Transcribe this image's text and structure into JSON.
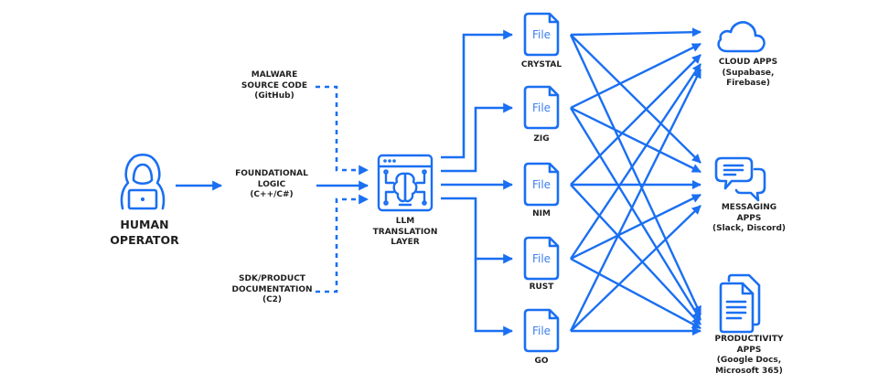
{
  "colors": {
    "accent": "#1a6ff2",
    "text": "#1f1f1f",
    "background": "#ffffff"
  },
  "operator": {
    "icon": "hooded-hacker-icon",
    "lines": [
      "HUMAN",
      "OPERATOR"
    ]
  },
  "inputs": [
    {
      "id": "malware",
      "lines": [
        "MALWARE",
        "SOURCE CODE",
        "(GitHub)"
      ],
      "connector": "dashed"
    },
    {
      "id": "foundational",
      "lines": [
        "FOUNDATIONAL",
        "LOGIC",
        "(C++/C#)"
      ],
      "connector": "solid"
    },
    {
      "id": "sdk",
      "lines": [
        "SDK/PRODUCT",
        "DOCUMENTATION",
        "(C2)"
      ],
      "connector": "dashed"
    }
  ],
  "translator": {
    "icon": "llm-brain-circuit-icon",
    "lines": [
      "LLM",
      "TRANSLATION",
      "LAYER"
    ]
  },
  "files": [
    {
      "id": "crystal",
      "icon_text": "File",
      "label": "CRYSTAL"
    },
    {
      "id": "zig",
      "icon_text": "File",
      "label": "ZIG"
    },
    {
      "id": "nim",
      "icon_text": "File",
      "label": "NIM"
    },
    {
      "id": "rust",
      "icon_text": "File",
      "label": "RUST"
    },
    {
      "id": "go",
      "icon_text": "File",
      "label": "GO"
    }
  ],
  "apps": [
    {
      "id": "cloud",
      "icon": "cloud-icon",
      "lines": [
        "CLOUD APPS",
        "(Supabase,",
        "Firebase)"
      ]
    },
    {
      "id": "messaging",
      "icon": "chat-bubbles-icon",
      "lines": [
        "MESSAGING",
        "APPS",
        "(Slack, Discord)"
      ]
    },
    {
      "id": "productivity",
      "icon": "documents-icon",
      "lines": [
        "PRODUCTIVITY",
        "APPS",
        "(Google Docs,",
        "Microsoft 365)"
      ]
    }
  ],
  "edges": {
    "operator_to_inputs": "solid",
    "translator_to_files": "solid",
    "files_to_apps": "every file connects to every app"
  }
}
